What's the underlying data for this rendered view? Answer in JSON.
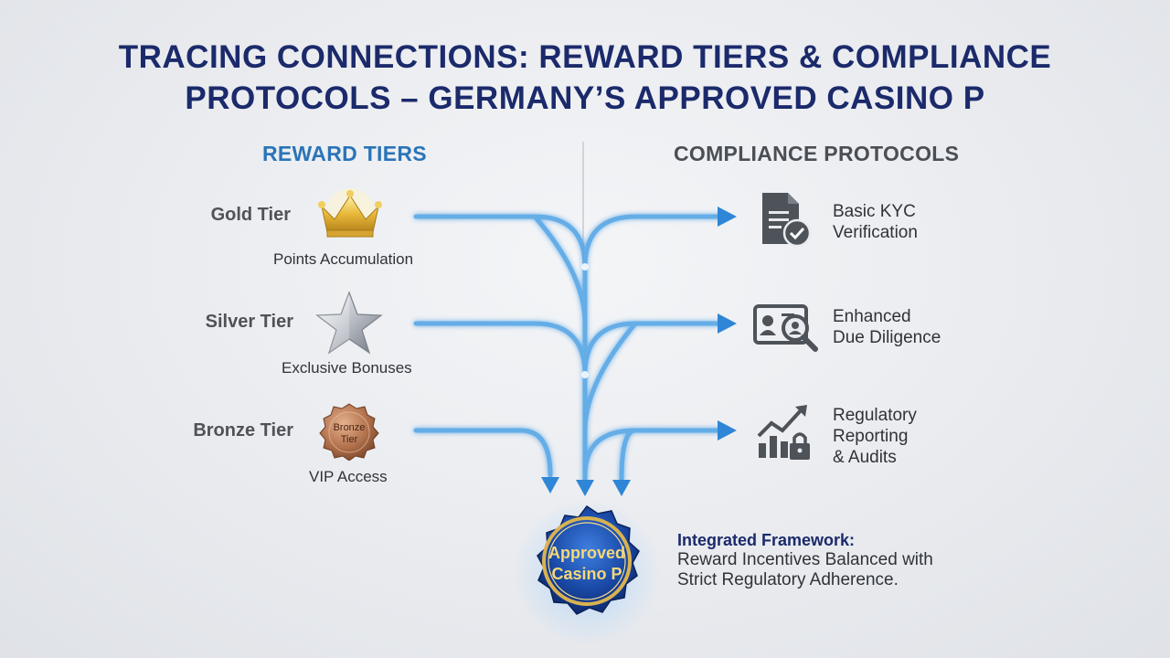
{
  "title": {
    "line1": "TRACING CONNECTIONS: REWARD TIERS & COMPLIANCE",
    "line2": "PROTOCOLS – GERMANY’S APPROVED CASINO P"
  },
  "left_heading": "REWARD TIERS",
  "right_heading": "COMPLIANCE PROTOCOLS",
  "tiers": [
    {
      "name": "Gold Tier",
      "subtitle": "Points Accumulation",
      "icon": "crown-icon"
    },
    {
      "name": "Silver Tier",
      "subtitle": "Exclusive Bonuses",
      "icon": "star-icon"
    },
    {
      "name": "Bronze Tier",
      "subtitle": "VIP Access",
      "icon": "bronze-seal-icon",
      "badge_line1": "Bronze",
      "badge_line2": "Tier"
    }
  ],
  "protocols": [
    {
      "line1": "Basic KYC",
      "line2": "Verification",
      "icon": "document-check-icon"
    },
    {
      "line1": "Enhanced",
      "line2": "Due Diligence",
      "icon": "id-search-icon"
    },
    {
      "line1": "Regulatory",
      "line2": "Reporting",
      "line3": "& Audits",
      "icon": "chart-lock-icon"
    }
  ],
  "seal": {
    "line1": "Approved",
    "line2": "Casino P"
  },
  "framework": {
    "heading": "Integrated Framework:",
    "line1": "Reward Incentives Balanced with",
    "line2": "Strict Regulatory Adherence."
  },
  "colors": {
    "title": "#1b2a6b",
    "left_heading": "#2a74b8",
    "arrow": "#2f86d6",
    "seal": "#1a4aa8",
    "gold": "#c9a23a"
  }
}
